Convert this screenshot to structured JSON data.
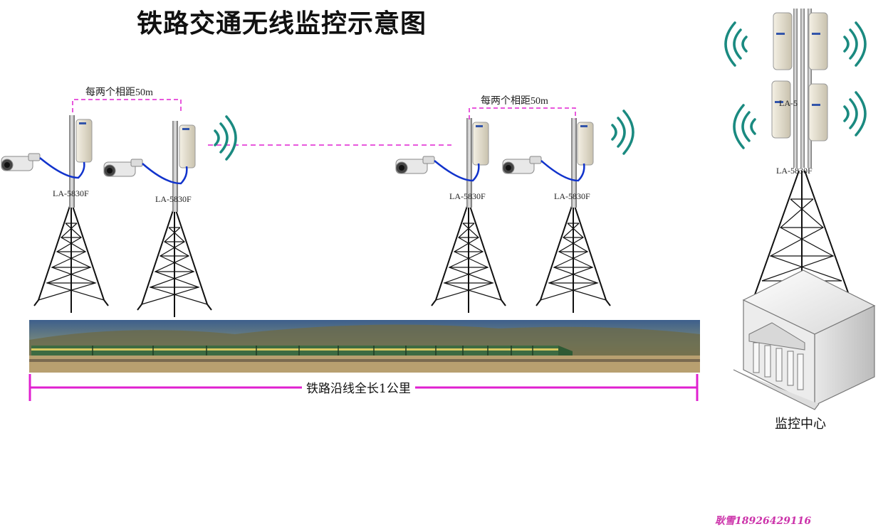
{
  "title": "铁路交通无线监控示意图",
  "spacing_left": "每两个相距50m",
  "spacing_right": "每两个相距50m",
  "device_labels": [
    "LA-5830F",
    "LA-5830F",
    "LA-5830F",
    "LA-5830F"
  ],
  "center_antenna_labels": [
    "LA-5",
    "LA-5830F"
  ],
  "length_label": "铁路沿线全长1公里",
  "center_label": "监控中心",
  "contact": "耿雪18926429116",
  "colors": {
    "magenta": "#e020d0",
    "signal": "#1a8a80",
    "cable": "#1133cc"
  }
}
